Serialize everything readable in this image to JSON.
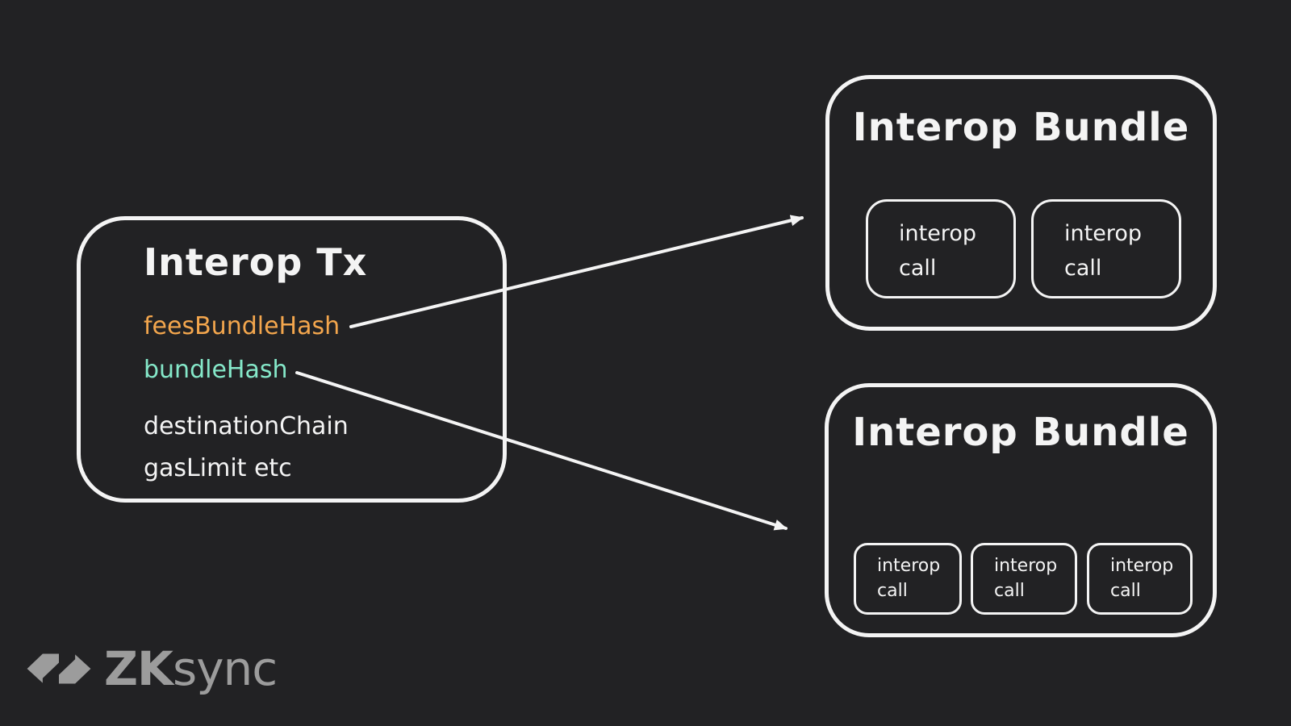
{
  "canvas": {
    "background": "#222224"
  },
  "colors": {
    "stroke_white": "#f4f4f4",
    "fees_bundle_hash": "#f3a64d",
    "bundle_hash": "#85e8c9",
    "logo_gray": "#9c9c9c"
  },
  "tx_box": {
    "title": "Interop Tx",
    "fields": [
      {
        "label": "feesBundleHash"
      },
      {
        "label": "bundleHash"
      },
      {
        "label": "destinationChain"
      },
      {
        "label": "gasLimit etc"
      }
    ]
  },
  "bundle_top": {
    "title": "Interop Bundle",
    "calls": [
      {
        "line1": "interop",
        "line2": "call"
      },
      {
        "line1": "interop",
        "line2": "call"
      }
    ]
  },
  "bundle_bottom": {
    "title": "Interop Bundle",
    "calls": [
      {
        "line1": "interop",
        "line2": "call"
      },
      {
        "line1": "interop",
        "line2": "call"
      },
      {
        "line1": "interop",
        "line2": "call"
      }
    ]
  },
  "arrows": [
    {
      "from": "feesBundleHash",
      "to": "Interop Bundle (top)"
    },
    {
      "from": "bundleHash",
      "to": "Interop Bundle (bottom)"
    }
  ],
  "logo": {
    "bold": "ZK",
    "regular": "sync"
  }
}
